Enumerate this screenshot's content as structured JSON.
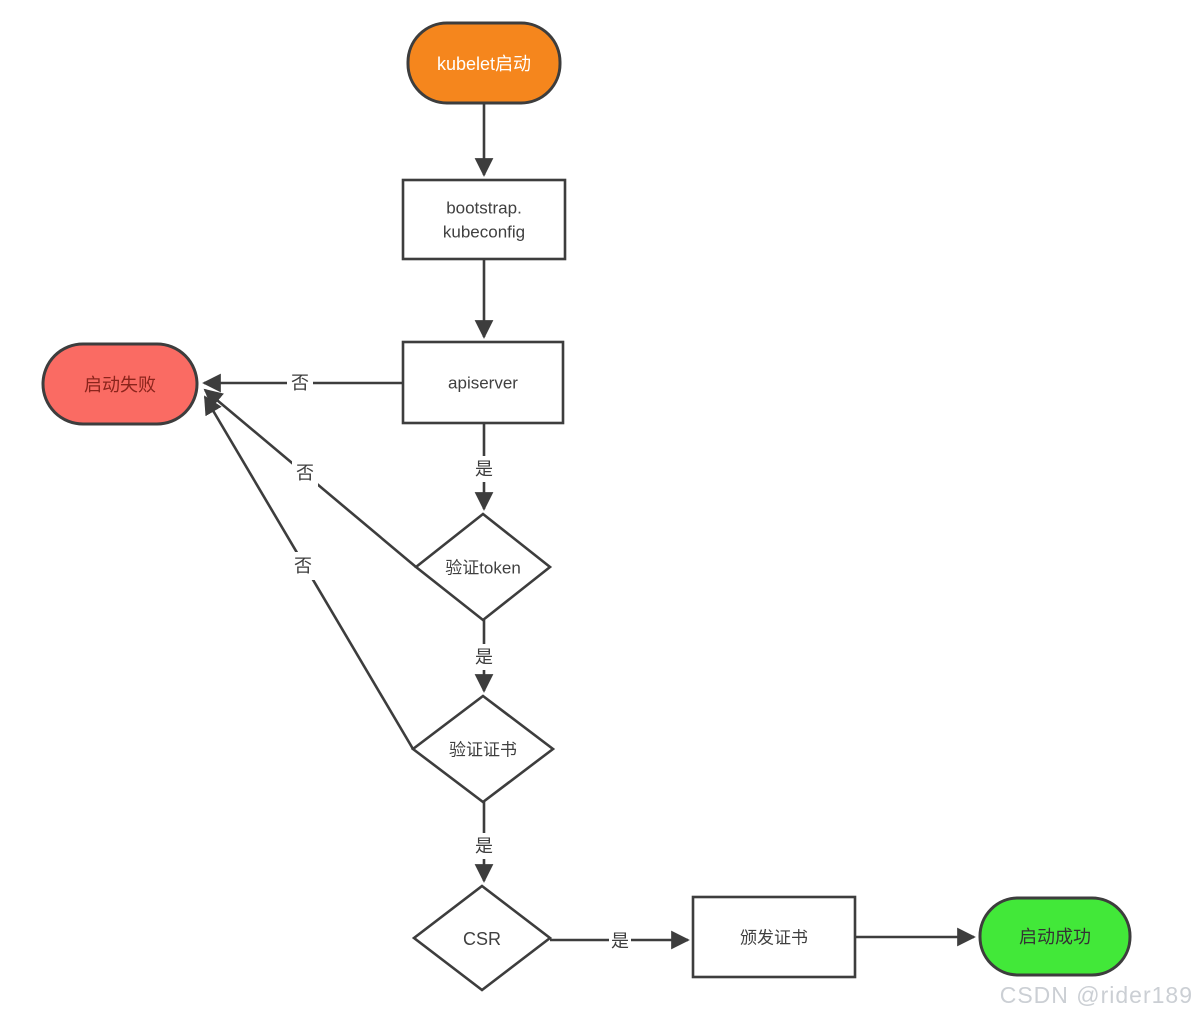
{
  "diagram": {
    "background": "#ffffff",
    "line_color": "#3d3d3d",
    "nodes": {
      "start": {
        "label": "kubelet启动",
        "shape": "stadium",
        "fill": "#F5861D",
        "text_color": "#ffffff"
      },
      "bootstrap": {
        "line1": "bootstrap.",
        "line2": "kubeconfig",
        "shape": "rect",
        "fill": "#ffffff",
        "text_color": "#404040"
      },
      "apiserver": {
        "label": "apiserver",
        "shape": "rect",
        "fill": "#ffffff",
        "text_color": "#404040"
      },
      "fail": {
        "label": "启动失败",
        "shape": "stadium",
        "fill": "#FA6B63",
        "text_color": "#8B241C"
      },
      "verify_token": {
        "label": "验证token",
        "shape": "diamond",
        "fill": "#ffffff",
        "text_color": "#404040"
      },
      "verify_cert": {
        "label": "验证证书",
        "shape": "diamond",
        "fill": "#ffffff",
        "text_color": "#404040"
      },
      "csr": {
        "label": "CSR",
        "shape": "diamond",
        "fill": "#ffffff",
        "text_color": "#404040"
      },
      "issue_cert": {
        "label": "颁发证书",
        "shape": "rect",
        "fill": "#ffffff",
        "text_color": "#404040"
      },
      "success": {
        "label": "启动成功",
        "shape": "stadium",
        "fill": "#42E839",
        "text_color": "#333333"
      }
    },
    "edge_labels": {
      "yes": "是",
      "no": "否"
    },
    "watermark": "CSDN @rider189"
  }
}
